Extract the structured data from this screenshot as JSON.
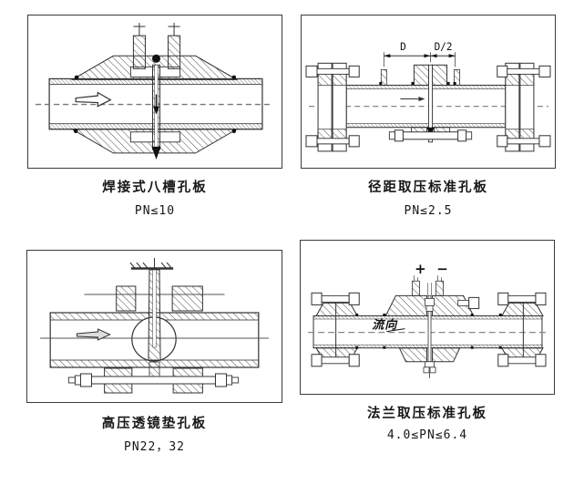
{
  "page": {
    "background": "#ffffff",
    "line_color": "#3a3a3a",
    "hatch_color": "#555555"
  },
  "panels": [
    {
      "caption": "焊接式八槽孔板",
      "rating": "PN≤10"
    },
    {
      "caption": "径距取压标准孔板",
      "rating": "PN≤2.5",
      "labels": {
        "d": "D",
        "d_half": "D/2"
      }
    },
    {
      "caption": "高压透镜垫孔板",
      "rating": "PN22，32"
    },
    {
      "caption": "法兰取压标准孔板",
      "rating": "4.0≤PN≤6.4",
      "labels": {
        "plus": "+",
        "minus": "−",
        "flow": "流向"
      }
    }
  ]
}
